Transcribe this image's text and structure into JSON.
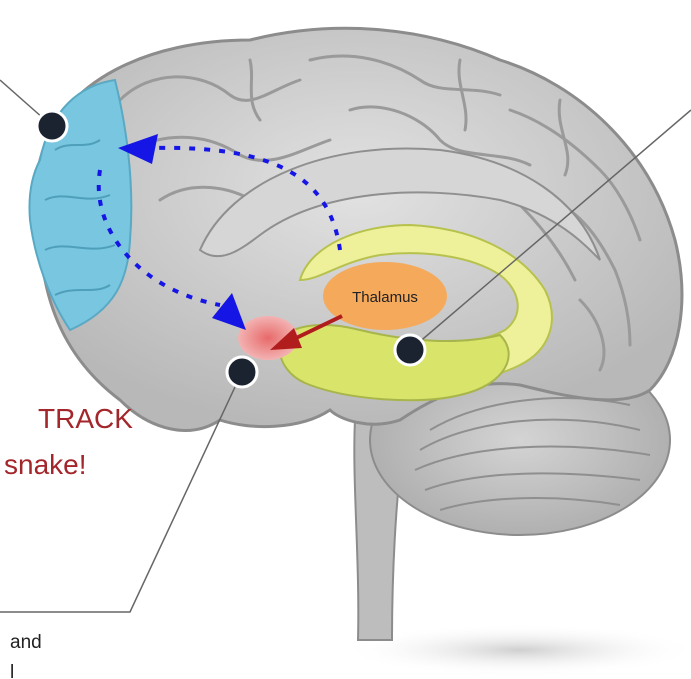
{
  "labels": {
    "thalamus": "Thalamus",
    "track": "TRACK",
    "snake": "snake!",
    "cut_line1": "and",
    "cut_line2": "l"
  },
  "colors": {
    "prefrontal": "#78c6e0",
    "thalamus": "#f4a95b",
    "amygdala": "#f08a8a",
    "hippocampus": "#d8e46a",
    "pathway": "#1515e6",
    "signal_arrow": "#b11d1d",
    "brain": "#c9c9c9",
    "accent_text": "#a3262b"
  },
  "icons": [
    "marker-dot",
    "arrowhead"
  ]
}
